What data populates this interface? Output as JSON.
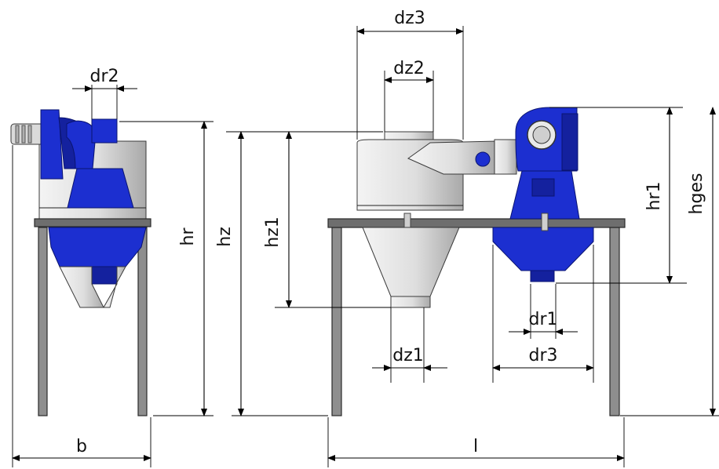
{
  "dimensions": {
    "dr2": "dr2",
    "b": "b",
    "hr": "hr",
    "hz": "hz",
    "hz1": "hz1",
    "dz3": "dz3",
    "dz2": "dz2",
    "dz1": "dz1",
    "hr1": "hr1",
    "hges": "hges",
    "dr1": "dr1",
    "dr3": "dr3",
    "l": "l"
  },
  "colors": {
    "fan_blue": "#1c2fd0",
    "frame_grey": "#8e8e8e",
    "steel_light": "#e6e6e6"
  }
}
